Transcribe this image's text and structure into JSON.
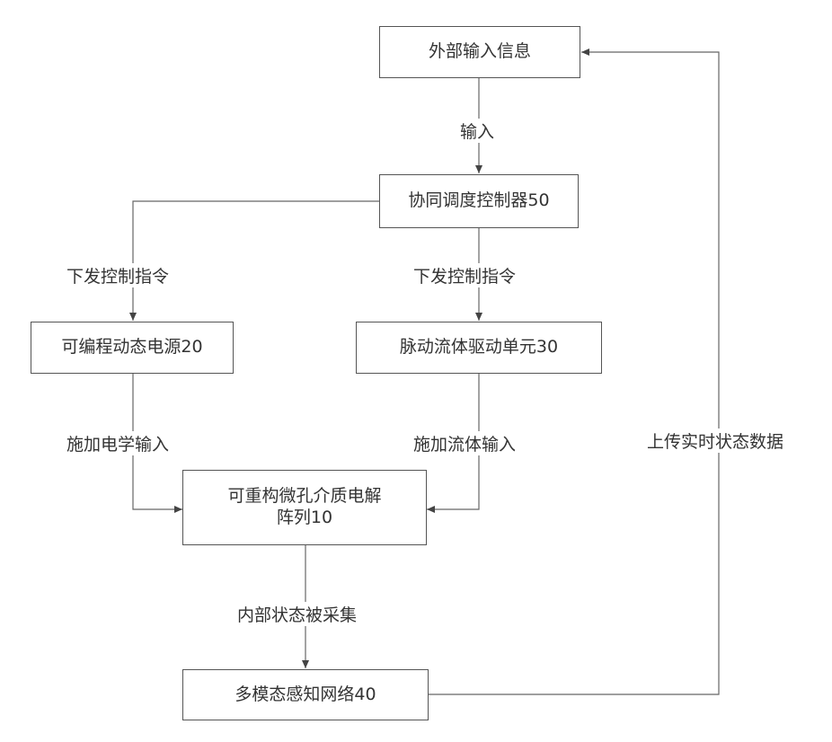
{
  "nodes": {
    "external_input": "外部输入信息",
    "controller": "协同调度控制器50",
    "power_supply": "可编程动态电源20",
    "fluid_unit": "脉动流体驱动单元30",
    "array_line1": "可重构微孔介质电解",
    "array_line2": "阵列10",
    "sensor_network": "多模态感知网络40"
  },
  "edges": {
    "input": "输入",
    "cmd_left": "下发控制指令",
    "cmd_right": "下发控制指令",
    "electric_input": "施加电学输入",
    "fluid_input": "施加流体输入",
    "collected": "内部状态被采集",
    "upload": "上传实时状态数据"
  }
}
